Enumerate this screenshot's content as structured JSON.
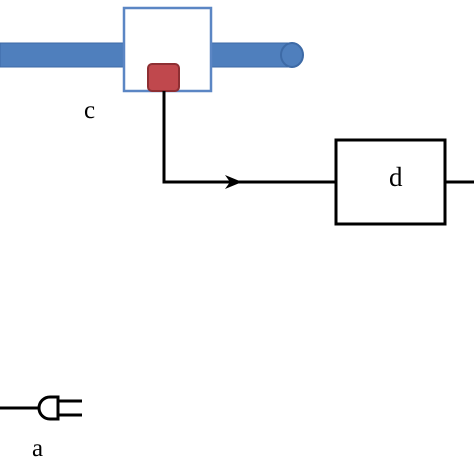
{
  "labels": {
    "c": "c",
    "d": "d",
    "a": "a"
  },
  "colors": {
    "pipe_fill": "#4f7fbd",
    "pipe_edge": "#3d6aa6",
    "sensor_box_border": "#5b86c4",
    "sensor_fill": "#c0484d",
    "sensor_edge": "#8e2f33",
    "line": "#000000",
    "background": "#ffffff"
  },
  "icons": {
    "plug": "plug-icon",
    "arrow": "flow-arrowhead-icon"
  }
}
